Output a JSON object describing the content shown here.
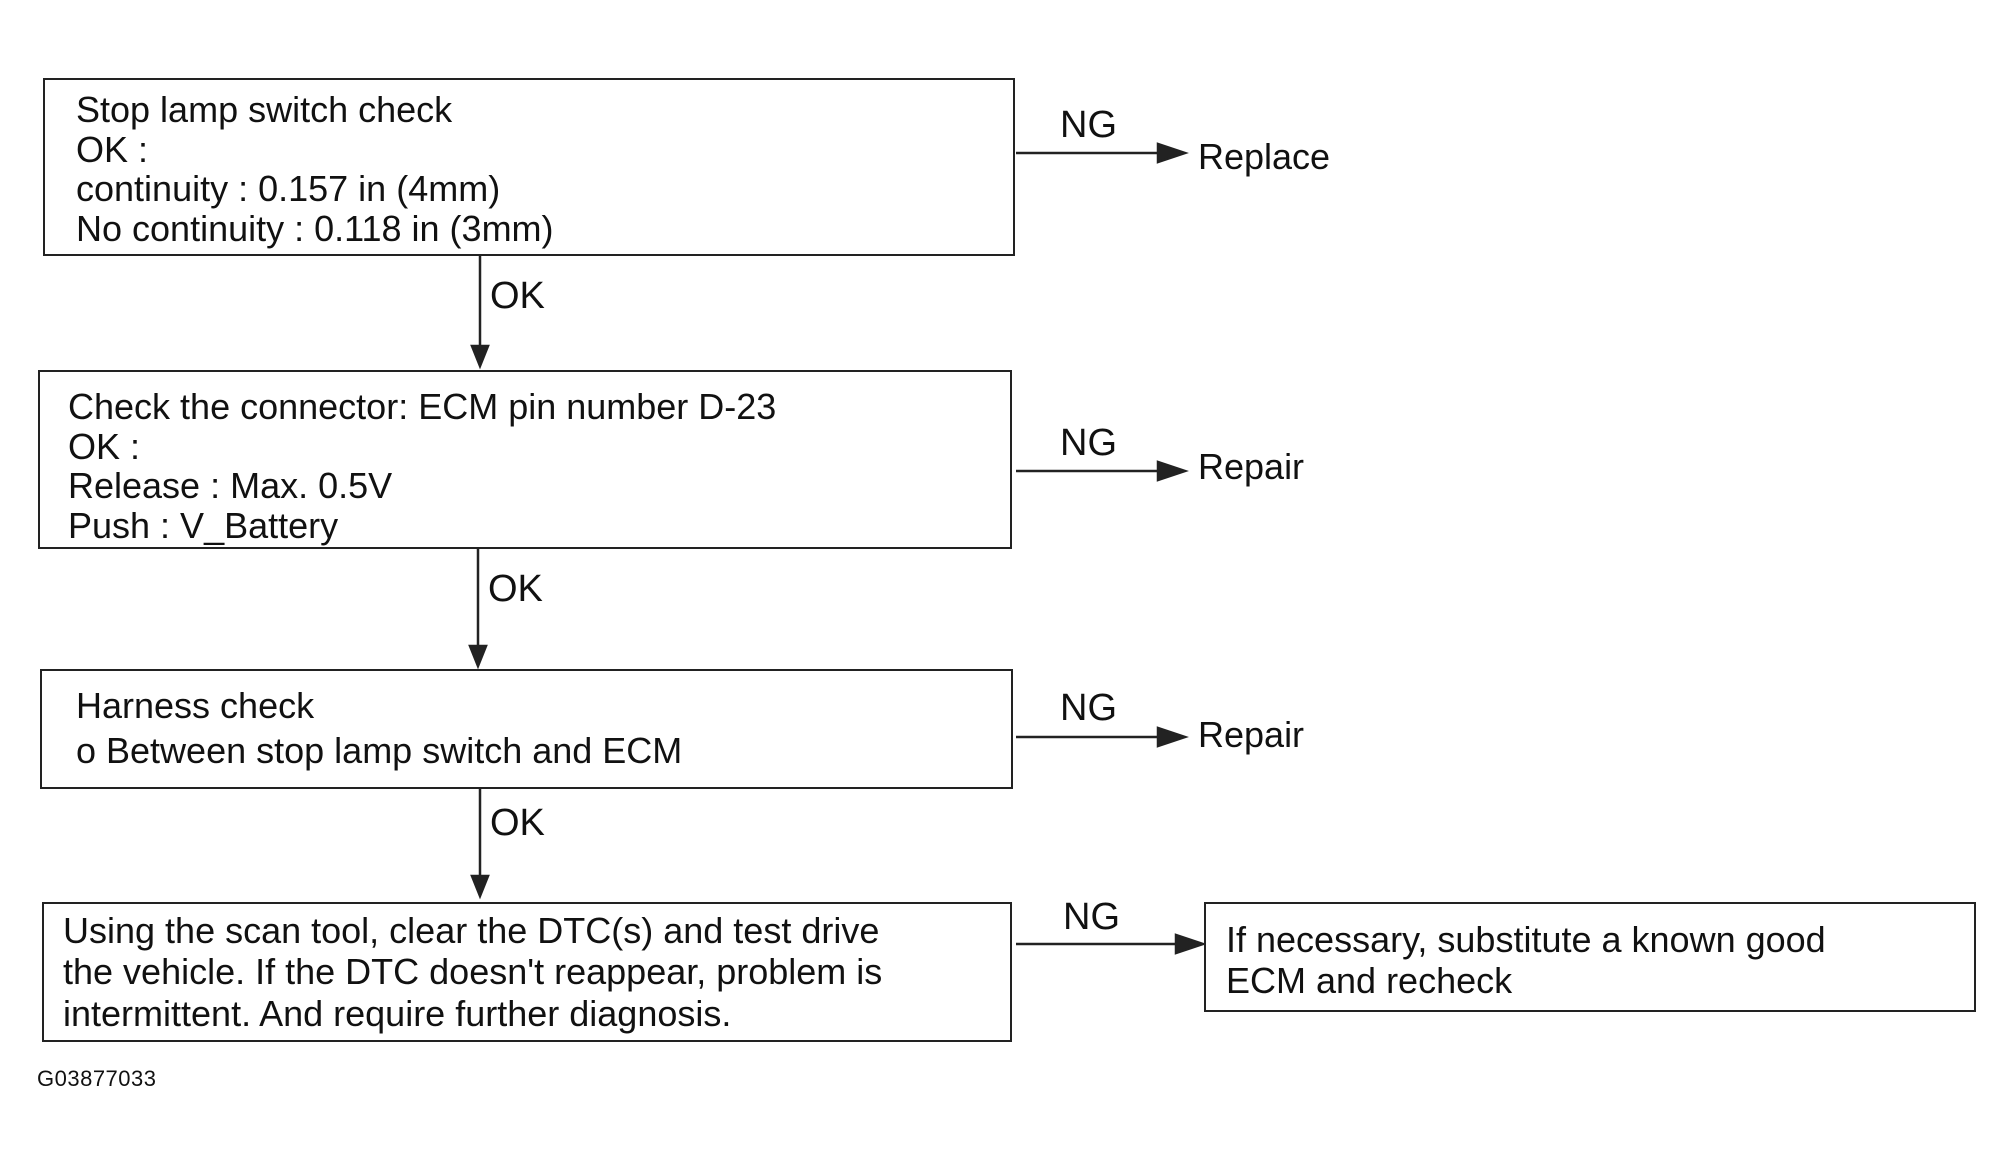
{
  "steps": [
    {
      "lines": [
        "Stop lamp switch check",
        "OK :",
        "continuity : 0.157 in (4mm)",
        "No continuity : 0.118 in (3mm)"
      ],
      "ng_label": "NG",
      "ng_result": "Replace"
    },
    {
      "lines": [
        "Check the connector: ECM pin number D-23",
        "OK :",
        "Release : Max. 0.5V",
        "Push : V_Battery"
      ],
      "ng_label": "NG",
      "ng_result": "Repair"
    },
    {
      "lines": [
        "Harness check",
        "o Between stop lamp switch and ECM"
      ],
      "ng_label": "NG",
      "ng_result": "Repair"
    },
    {
      "lines": [
        "Using the scan tool, clear the DTC(s) and test drive",
        "the vehicle. If the DTC doesn't reappear, problem is",
        "intermittent. And require further diagnosis."
      ],
      "ng_label": "NG",
      "ng_result_lines": [
        "If necessary, substitute a known good",
        "ECM and recheck"
      ]
    }
  ],
  "ok_labels": [
    "OK",
    "OK",
    "OK"
  ],
  "figure_id": "G03877033"
}
